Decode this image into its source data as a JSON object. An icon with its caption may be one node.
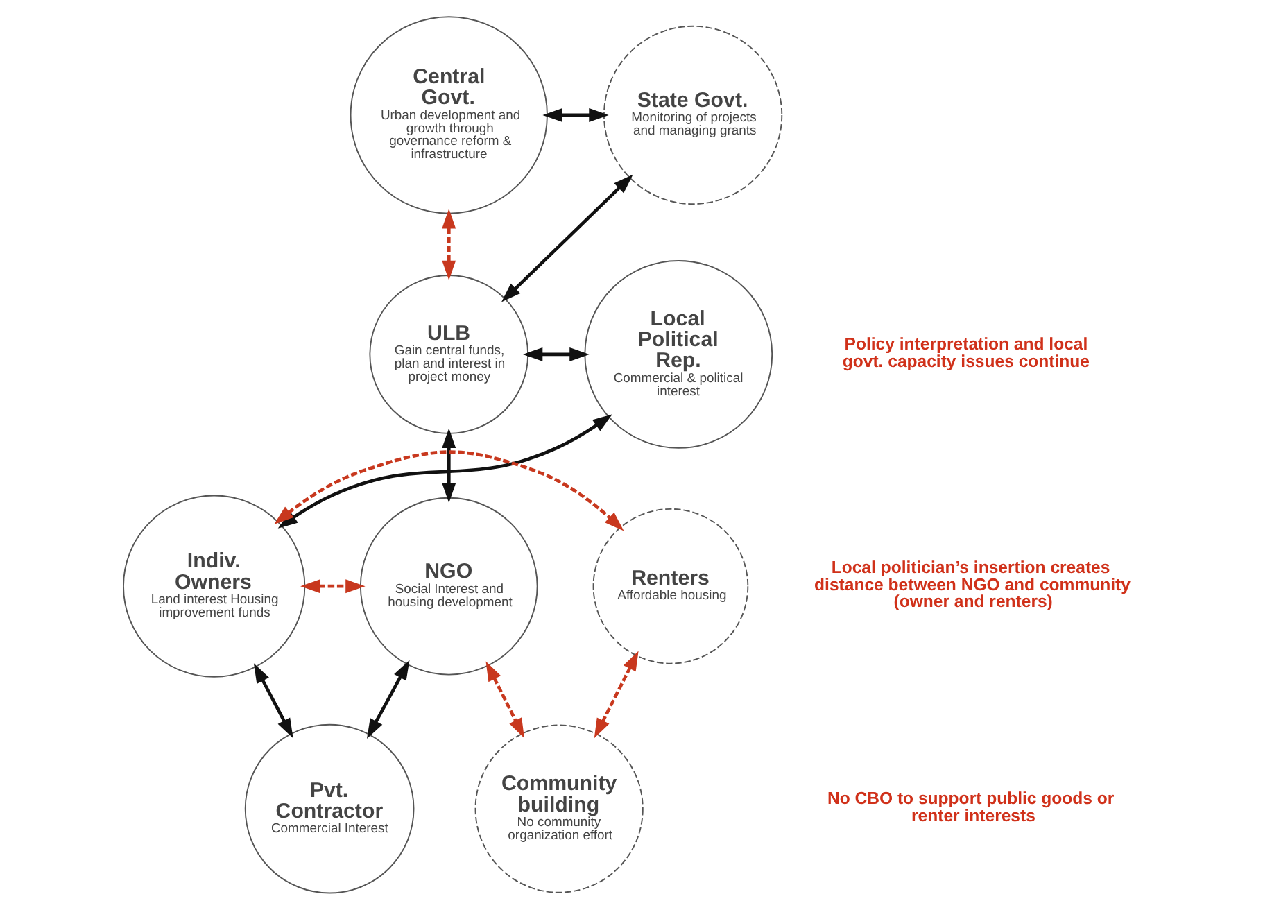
{
  "diagram": {
    "nodes": [
      {
        "text": [
          "Central Govt.",
          "Urban development and growth through governance reform & infrastructure"
        ]
      },
      {
        "text": [
          "State Govt.",
          "Monitoring of projects and managing grants"
        ]
      },
      {
        "text": [
          "ULB",
          "Gain central funds, plan and interest in project money"
        ]
      },
      {
        "text": [
          "Local Political Rep.",
          "Commercial & political interest"
        ]
      },
      {
        "text": [
          "Indiv. Owners",
          "Land interest Housing improvement funds"
        ]
      },
      {
        "text": [
          "NGO",
          "Social Interest and housing development"
        ]
      },
      {
        "text": [
          "Pvt. Contractor",
          "Commercial Interest"
        ]
      },
      {
        "text": [
          "Renters",
          "Affordable housing"
        ]
      },
      {
        "text": [
          "Community building",
          "No community organization effort"
        ]
      }
    ],
    "edges": [
      {
        "from": 0,
        "to": 1,
        "arrow": "both"
      },
      {
        "from": 1,
        "to": 2,
        "arrow": "both"
      },
      {
        "from": 0,
        "to": 2,
        "arrow": "both",
        "style": "dashed",
        "color": "#c8381e"
      },
      {
        "from": 2,
        "to": 3,
        "arrow": "both"
      },
      {
        "from": 3,
        "to": 4,
        "arrow": "both"
      },
      {
        "from": 2,
        "to": 5,
        "arrow": "both"
      },
      {
        "from": 4,
        "to": 5,
        "arrow": "both",
        "style": "dashed",
        "color": "#c8381e"
      },
      {
        "from": 5,
        "to": 6,
        "arrow": "both"
      },
      {
        "from": 6,
        "to": 4,
        "arrow": "both"
      },
      {
        "from": 4,
        "to": 7,
        "arrow": "both",
        "style": "dashed",
        "color": "#c8381e"
      },
      {
        "from": 7,
        "to": 8,
        "arrow": "both",
        "style": "dashed",
        "color": "#c8381e"
      },
      {
        "from": 5,
        "to": 8,
        "arrow": "both",
        "style": "dashed",
        "color": "#c8381e"
      }
    ],
    "labels": [
      "Policy interpretation and local govt. capacity issues continue",
      "Local politician’s insertion creates distance between NGO and community (owner and renters)",
      "No CBO to support public goods or renter interests"
    ]
  }
}
